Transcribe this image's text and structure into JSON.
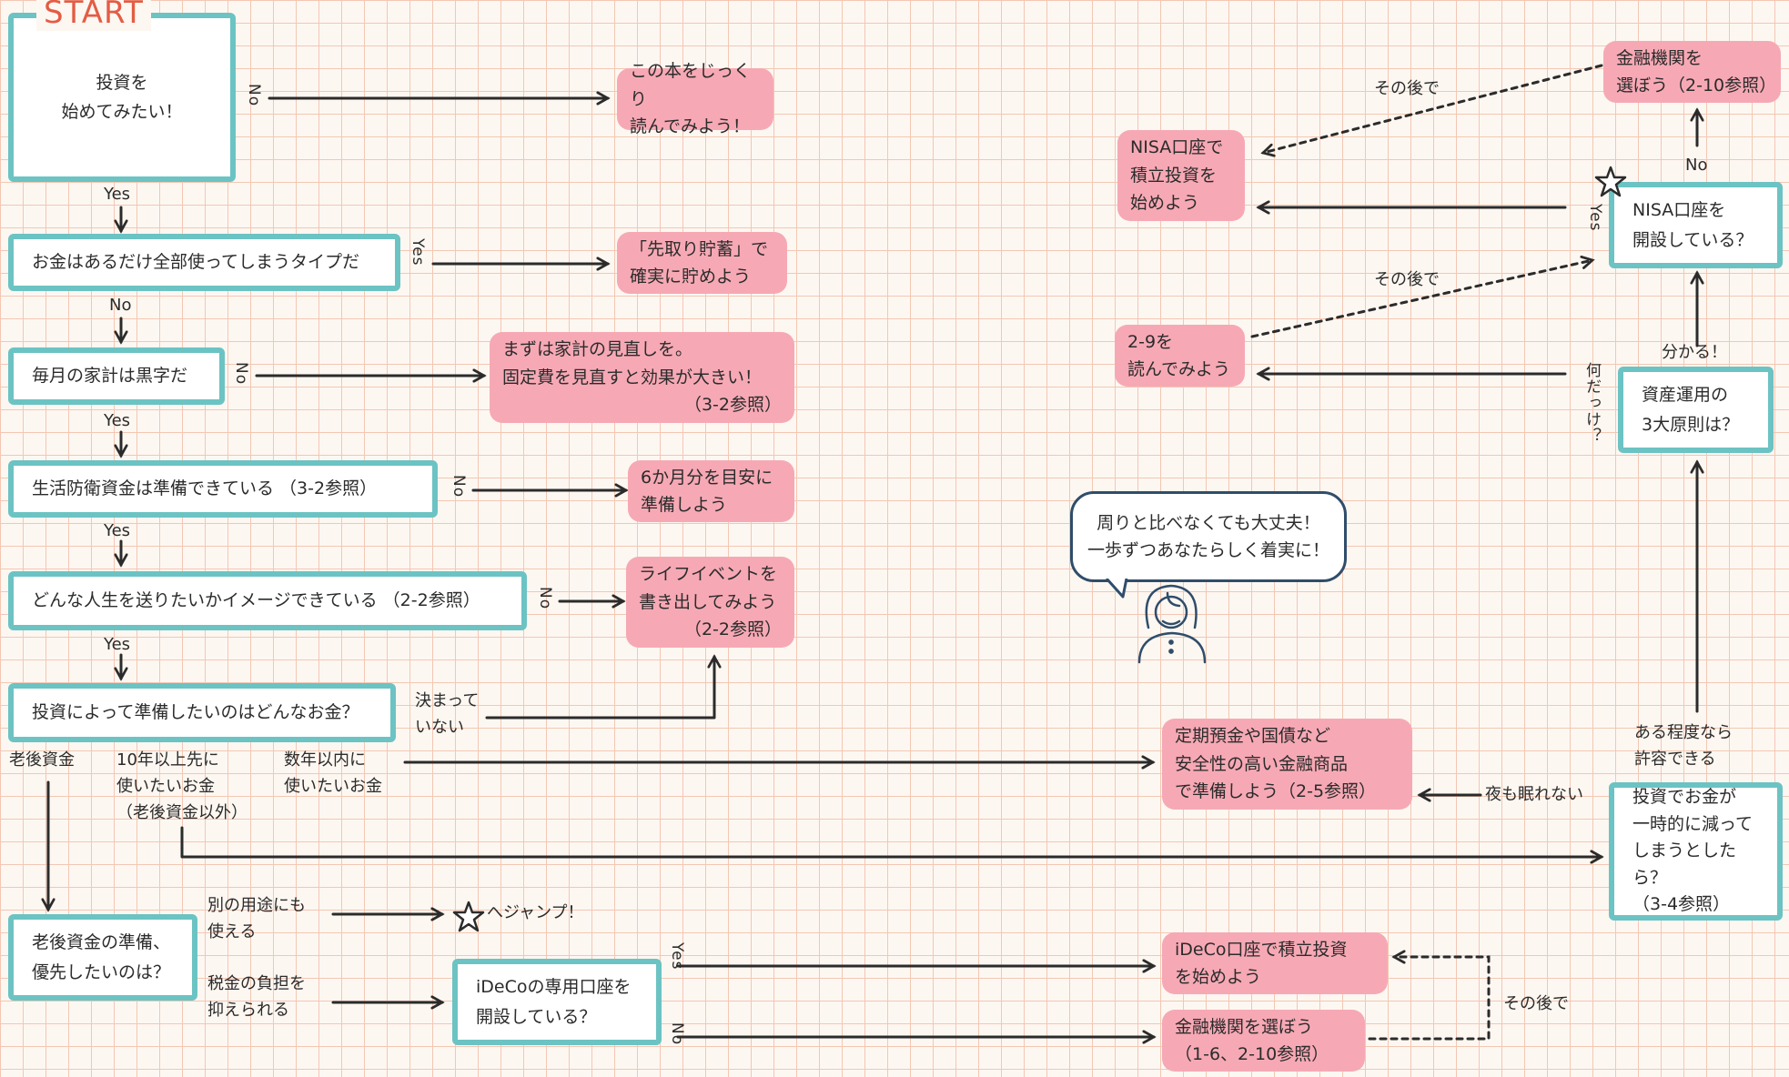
{
  "start_label": "START",
  "nodes": {
    "q_start": "投資を\n始めてみたい！",
    "q_spend": "お金はあるだけ全部使ってしまうタイプだ",
    "q_budget": "毎月の家計は黒字だ",
    "q_emergency": "生活防衛資金は準備できている （3-2参照）",
    "q_life": "どんな人生を送りたいかイメージできている （2-2参照）",
    "q_purpose": "投資によって準備したいのはどんなお金？",
    "q_retire": "老後資金の準備、\n優先したいのは？",
    "q_ideco": "iDeCoの専用口座を\n開設している？",
    "q_nisa": "NISA口座を\n開設している？",
    "q_principles": "資産運用の\n3大原則は？",
    "q_loss": "投資でお金が\n一時的に減って\nしまうとしたら？\n（3-4参照）"
  },
  "results": {
    "read_book": "この本をじっくり\n読んでみよう！",
    "save_first": "「先取り貯蓄」で\n確実に貯めよう",
    "review_budget_main": "まずは家計の見直しを。\n固定費を見直すと効果が大きい！",
    "review_budget_ref": "（3-2参照）",
    "six_months": "6か月分を目安に\n準備しよう",
    "life_events_main": "ライフイベントを\n書き出してみよう",
    "life_events_ref": "（2-2参照）",
    "safe_products": "定期預金や国債など\n安全性の高い金融商品\nで準備しよう（2-5参照）",
    "ideco_start": "iDeCo口座で積立投資\nを始めよう",
    "choose_institution": "金融機関を選ぼう\n（1-6、2-10参照）",
    "nisa_start": "NISA口座で\n積立投資を\n始めよう",
    "choose_institution_nisa": "金融機関を\n選ぼう（2-10参照）",
    "read_2_9": "2-9を\n読んでみよう"
  },
  "labels": {
    "yes": "Yes",
    "no": "No",
    "yes_v": "Yes",
    "no_v": "No",
    "undecided": "決まって\nいない",
    "retirement_funds": "老後資金",
    "over_10_years": "10年以上先に\n使いたいお金\n（老後資金以外）",
    "within_years": "数年以内に\n使いたいお金",
    "other_use": "別の用途にも\n使える",
    "tax_relief": "税金の負担を\n抑えられる",
    "jump_to_star": "へジャンプ！",
    "after_that": "その後で",
    "understand": "分かる！",
    "what_was_it": "何だっけ？",
    "tolerable": "ある程度なら\n許容できる",
    "cant_sleep": "夜も眠れない"
  },
  "speech_bubble": "周りと比べなくても大丈夫！\n一歩ずつあなたらしく着実に！",
  "colors": {
    "grid": "#f3c7b4",
    "box_border": "#6cc3c3",
    "result_fill": "#f6a9b5",
    "start_text": "#e45c44",
    "person_line": "#2f4d6b"
  },
  "icons": [
    "star-icon",
    "person-icon",
    "arrow-icon"
  ]
}
